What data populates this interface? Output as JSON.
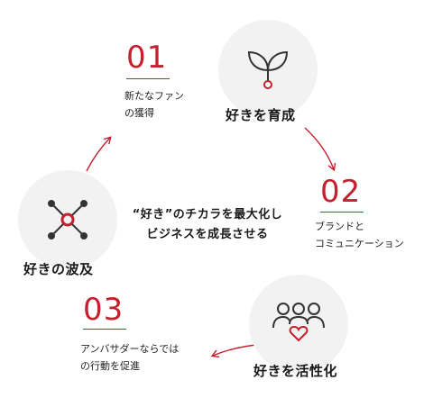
{
  "center": {
    "line1": "“好き”のチカラを最大化し",
    "line2": "ビジネスを成長させる"
  },
  "nodes": {
    "nurture": {
      "label": "好きを育成",
      "icon": "sprout-icon"
    },
    "activate": {
      "label": "好きを活性化",
      "icon": "people-heart-icon"
    },
    "spread": {
      "label": "好きの波及",
      "icon": "spread-arrows-icon"
    }
  },
  "steps": {
    "s1": {
      "number": "01",
      "line1": "新たなファン",
      "line2": "の獲得"
    },
    "s2": {
      "number": "02",
      "line1": "ブランドと",
      "line2": "コミュニケーション"
    },
    "s3": {
      "number": "03",
      "line1": "アンバサダーならでは",
      "line2": "の行動を促進"
    }
  },
  "colors": {
    "accent": "#c4202e",
    "circle": "#f2f2f2",
    "icon": "#333333"
  }
}
